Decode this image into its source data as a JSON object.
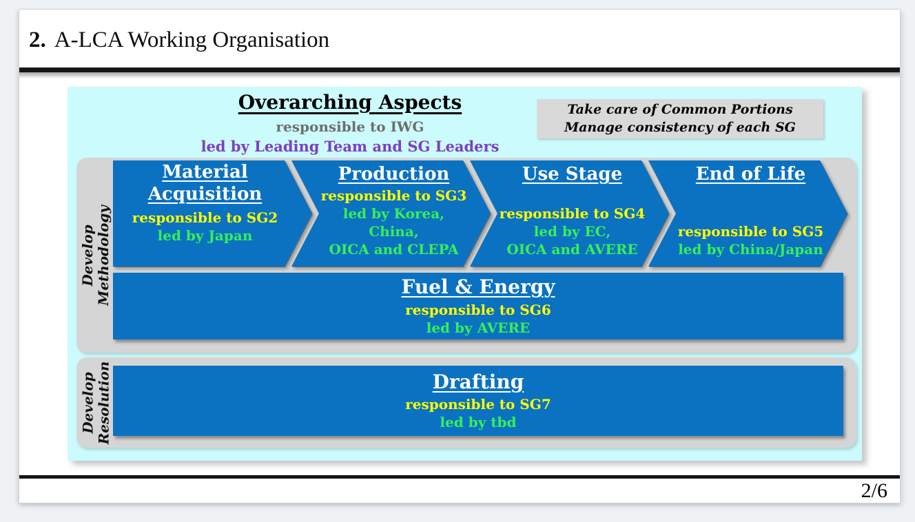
{
  "slide": {
    "title_number": "2.",
    "title_text": "A-LCA Working Organisation",
    "page_number": "2/6"
  },
  "overarching": {
    "title": "Overarching Aspects",
    "responsible": "responsible to IWG",
    "led_by": "led by Leading Team and SG Leaders"
  },
  "note_box": {
    "line1": "Take care of Common Portions",
    "line2": "Manage consistency of each SG"
  },
  "sections": [
    {
      "label_line1": "Develop",
      "label_line2": "Methodology"
    },
    {
      "label_line1": "Develop",
      "label_line2": "Resolution"
    }
  ],
  "chevrons": [
    {
      "title": "Material Acquisition",
      "responsible": "responsible to SG2",
      "led_by": "led by Japan"
    },
    {
      "title": "Production",
      "responsible": "responsible to SG3",
      "led_by": "led by Korea, China,\nOICA and CLEPA"
    },
    {
      "title": "Use Stage",
      "responsible": "responsible to SG4",
      "led_by": "led by EC,\nOICA and AVERE"
    },
    {
      "title": "End of Life",
      "responsible": "responsible to SG5",
      "led_by": "led by China/Japan"
    }
  ],
  "bars": [
    {
      "title": "Fuel & Energy",
      "responsible": "responsible to SG6",
      "led_by": "led by AVERE"
    },
    {
      "title": "Drafting",
      "responsible": "responsible to SG7",
      "led_by": "led by tbd"
    }
  ],
  "colors": {
    "panel_cyan": "#ccfbfd",
    "shape_blue": "#0b72c1",
    "container_gray": "#d5d5d5",
    "note_gray": "#d9d9d9",
    "responsible_yellow": "#ffff00",
    "led_green": "#35f056",
    "led_purple": "#7d3fc2",
    "responsible_gray": "#6e6e6e"
  }
}
